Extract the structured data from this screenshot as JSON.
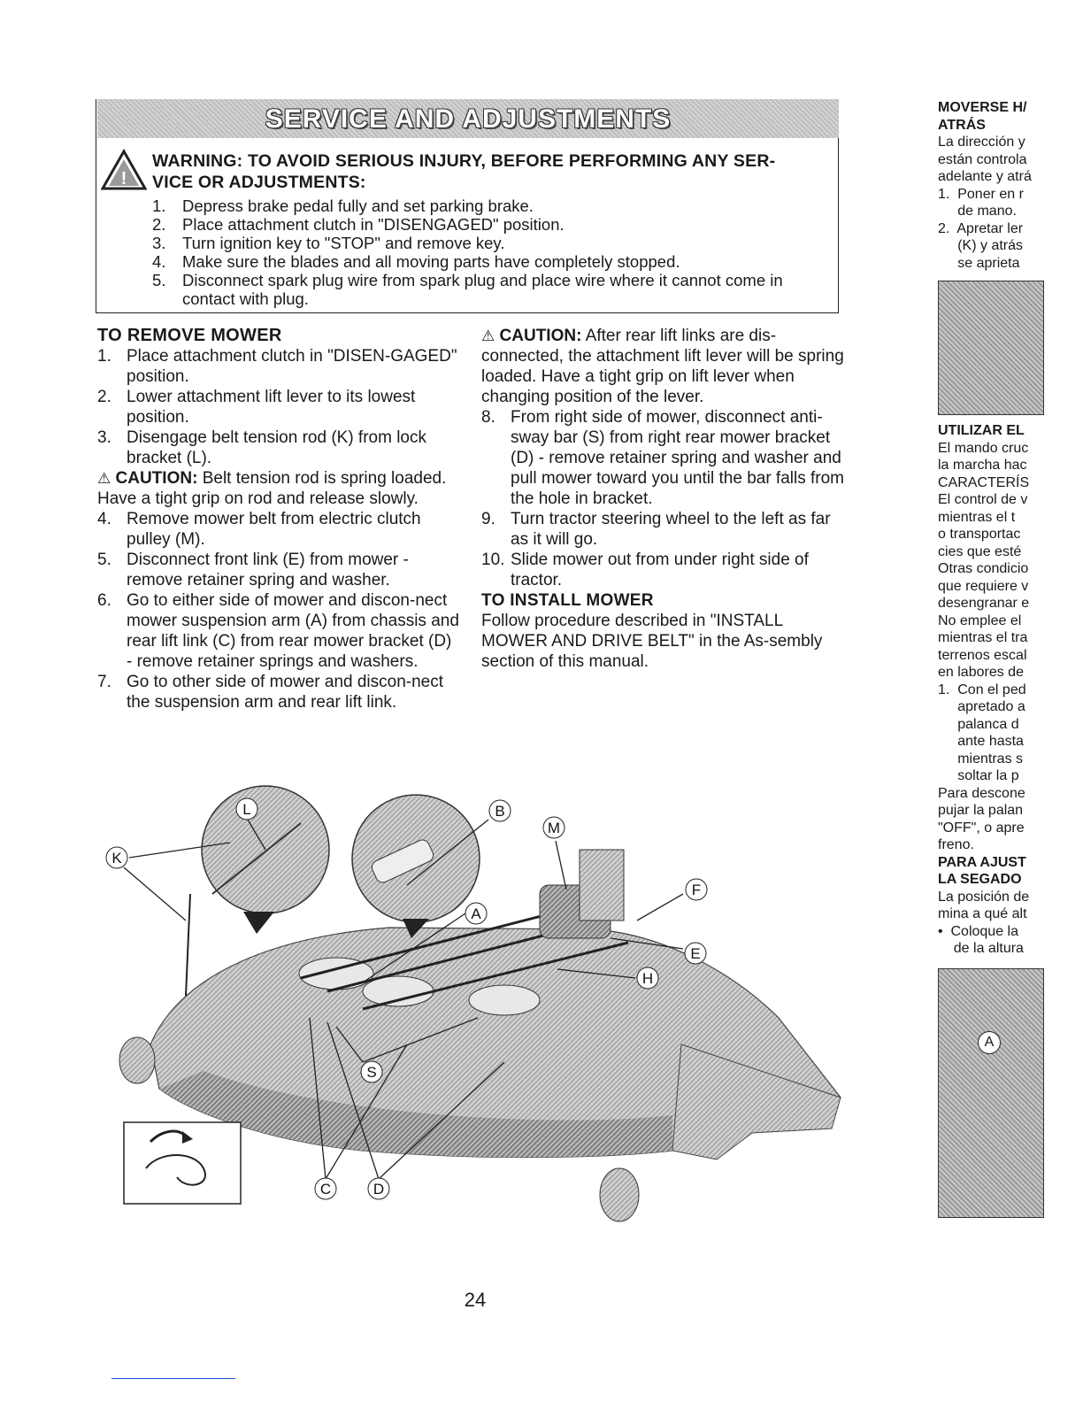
{
  "banner": {
    "title": "SERVICE AND ADJUSTMENTS"
  },
  "warning": {
    "heading_line1": "WARNING:  TO AVOID SERIOUS INJURY, BEFORE PERFORMING ANY SER-",
    "heading_line2": "VICE OR ADJUSTMENTS:",
    "items": [
      {
        "n": "1.",
        "text": "Depress brake pedal fully and set parking brake."
      },
      {
        "n": "2.",
        "text": "Place attachment clutch  in \"DISENGAGED\" position."
      },
      {
        "n": "3.",
        "text": "Turn ignition key to \"STOP\" and remove key."
      },
      {
        "n": "4.",
        "text": "Make sure the blades and all moving parts have completely stopped."
      },
      {
        "n": "5.",
        "text": "Disconnect spark plug wire from spark plug and place wire where it cannot come in contact with plug."
      }
    ]
  },
  "remove": {
    "heading": "TO REMOVE MOWER",
    "steps_a": [
      {
        "n": "1.",
        "text": "Place attachment clutch in \"DISEN-GAGED\" position."
      },
      {
        "n": "2.",
        "text": "Lower attachment lift lever to its lowest position."
      },
      {
        "n": "3.",
        "text": "Disengage belt tension rod (K) from lock bracket (L)."
      }
    ],
    "caution_label": "CAUTION:",
    "caution_text": " Belt tension rod is spring loaded. Have a tight grip on rod and release slowly.",
    "steps_b": [
      {
        "n": "4.",
        "text": "Remove mower belt from electric clutch pulley (M)."
      },
      {
        "n": "5.",
        "text": "Disconnect front link (E) from mower - remove retainer spring and washer."
      },
      {
        "n": "6.",
        "text": "Go to either side of mower and discon-nect mower suspension arm (A) from chassis and rear lift link (C) from rear mower bracket (D) - remove retainer springs and washers."
      },
      {
        "n": "7.",
        "text": "Go to other side of mower and discon-nect the suspension arm and rear lift link."
      }
    ]
  },
  "right": {
    "caution_label": "CAUTION:",
    "caution_text": " After rear lift links are dis-connected, the attachment lift lever will be spring loaded. Have a tight grip on lift lever when changing position of the lever.",
    "steps": [
      {
        "n": "8.",
        "text": "From right side of mower, disconnect anti-sway bar (S) from right rear mower bracket (D) - remove retainer spring and washer and pull mower toward you until the bar falls from the hole in bracket."
      },
      {
        "n": "9.",
        "text": "Turn tractor steering wheel to the left as far as it will go."
      },
      {
        "n": "10.",
        "text": "Slide mower out from under right side of tractor."
      }
    ],
    "install_heading": "TO INSTALL MOWER",
    "install_text": "Follow procedure described in \"INSTALL MOWER AND DRIVE BELT\" in the As-sembly section of this manual."
  },
  "diagram": {
    "labels": [
      "L",
      "K",
      "B",
      "M",
      "A",
      "F",
      "E",
      "H",
      "S",
      "C",
      "D"
    ]
  },
  "page_number": "24",
  "strip": {
    "lines_a": [
      "MOVERSE H/",
      "ATRÁS"
    ],
    "lines_b": [
      "La dirección y",
      "están controla",
      "adelante y atrá",
      "1.  Poner en r",
      "     de mano.",
      "2.  Apretar ler",
      "     (K) y atrás",
      "     se aprieta"
    ],
    "heading2": "UTILIZAR EL",
    "lines_c": [
      "El mando cruc",
      "la marcha hac",
      "CARACTERÍS",
      "El control de v",
      "mientras el t",
      "o transportac",
      "cies que esté",
      "Otras condicio",
      "que requiere v",
      "desengranar e",
      "No emplee el",
      "mientras el tra",
      "terrenos escal",
      "en labores de",
      "1.  Con el ped",
      "     apretado a",
      "     palanca d",
      "     ante hasta",
      "     mientras s",
      "     soltar la p",
      "Para descone",
      "pujar la palan",
      "\"OFF\", o apre",
      "freno."
    ],
    "heading3a": "PARA AJUST",
    "heading3b": "LA SEGADO",
    "lines_d": [
      "La posición de",
      "mina a qué alt",
      "•  Coloque la",
      "    de la altura"
    ],
    "img_label": "A"
  }
}
